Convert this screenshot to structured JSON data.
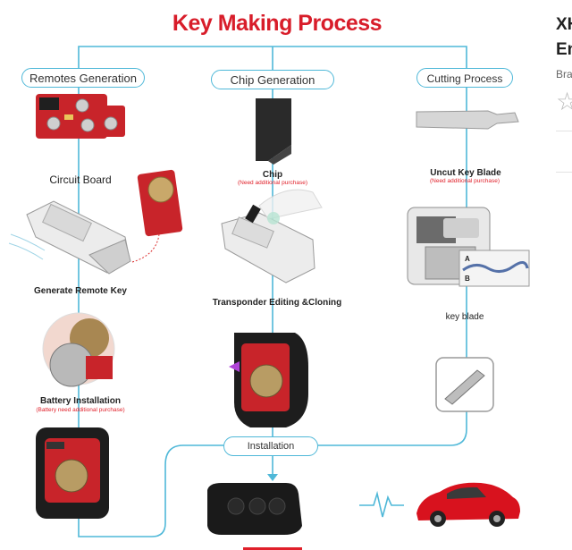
{
  "infographic": {
    "title": "Key Making Process",
    "sections": {
      "remotes": "Remotes Generation",
      "chip": "Chip Generation",
      "cutting": "Cutting Process"
    },
    "steps": {
      "circuit_board": "Circuit Board",
      "generate_remote_key": "Generate Remote Key",
      "battery_installation": "Battery Installation",
      "battery_note": "(Battery need additional purchase)",
      "chip": "Chip",
      "chip_note": "(Need additional purchase)",
      "transponder": "Transponder Editing &Cloning",
      "uncut_blade": "Uncut Key  Blade",
      "uncut_blade_note": "(Need additional purchase)",
      "key_blade": "key blade",
      "installation": "Installation"
    },
    "machine_graph_labels": [
      "A",
      "B"
    ],
    "colors": {
      "title_red": "#d81d2a",
      "flow_blue": "#4fb8d8",
      "pcb_red": "#c8242a",
      "car_red": "#d8121e"
    }
  },
  "sidebar": {
    "title_line1": "XH",
    "title_line2": "En",
    "brand": "Bra",
    "rating_icon": "star-outline-icon"
  }
}
